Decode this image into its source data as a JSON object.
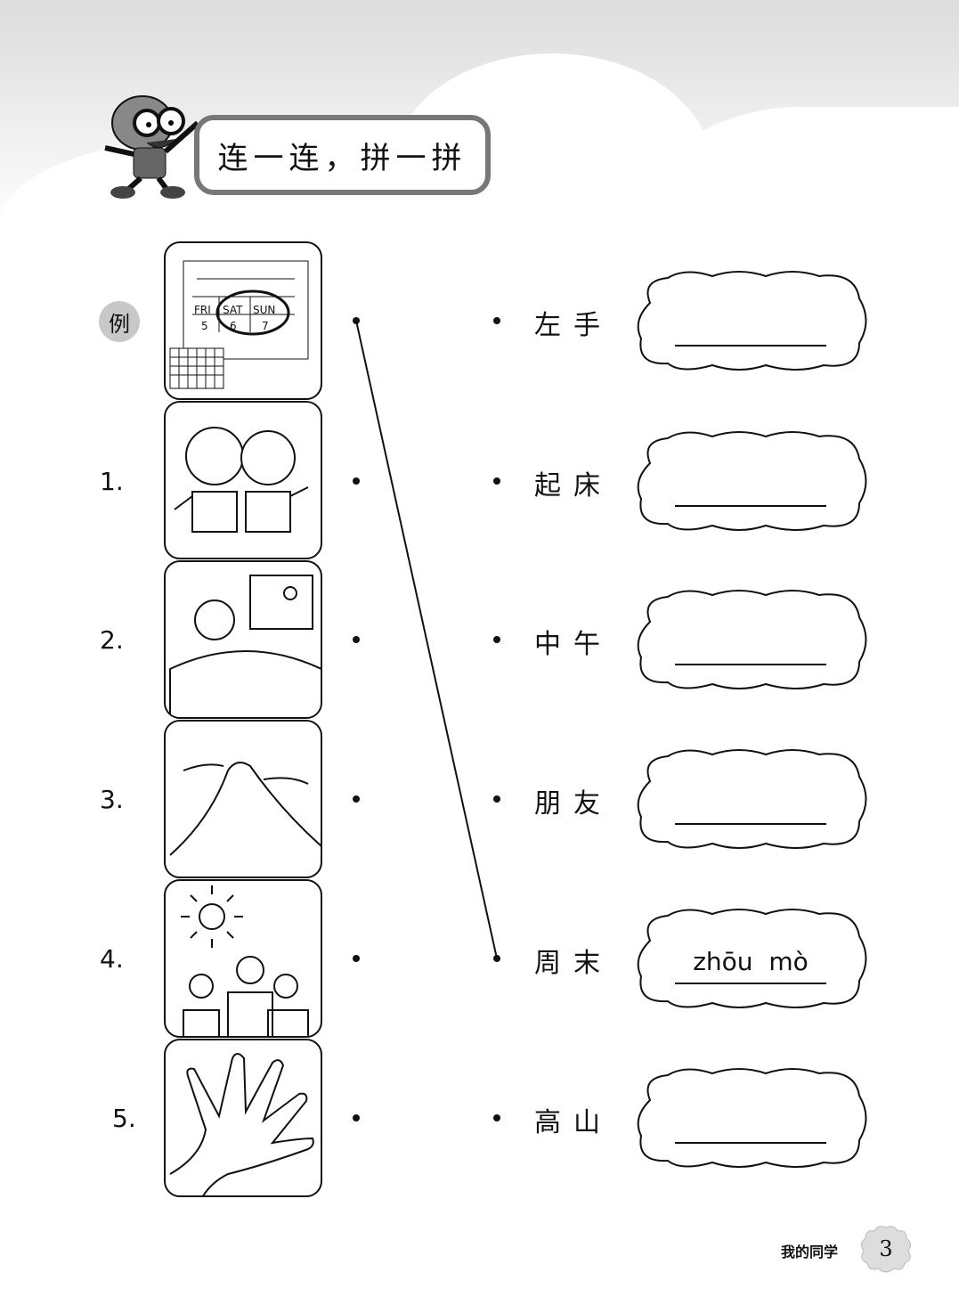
{
  "title": "连一连，拼一拼",
  "example_label": "例",
  "rows": [
    {
      "label": "例",
      "picture": "calendar-weekend",
      "word": "左手",
      "answer": ""
    },
    {
      "label": "1.",
      "picture": "two-friends",
      "word": "起床",
      "answer": ""
    },
    {
      "label": "2.",
      "picture": "waking-up",
      "word": "中午",
      "answer": ""
    },
    {
      "label": "3.",
      "picture": "mountain",
      "word": "朋友",
      "answer": ""
    },
    {
      "label": "4.",
      "picture": "noon-sun-people",
      "word": "周末",
      "answer": "zhōu  mò"
    },
    {
      "label": "5.",
      "picture": "left-hand",
      "word": "高山",
      "answer": ""
    }
  ],
  "calendar": {
    "days": [
      "FRI",
      "SAT",
      "SUN"
    ],
    "dates": [
      "5",
      "6",
      "7"
    ]
  },
  "footer": {
    "unit": "我的同学",
    "page": "3"
  }
}
